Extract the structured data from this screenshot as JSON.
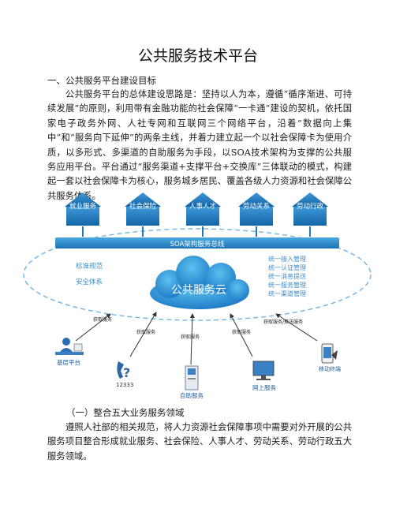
{
  "document": {
    "title": "公共服务技术平台",
    "section1_heading": "一、公共服务平台建设目标",
    "section1_paragraph": "公共服务平台的总体建设思路是：坚持以人为本，遵循“循序渐进、可持续发展”的原则，利用带有金融功能的社会保障“一卡通”建设的契机，依托国家电子政务外网、人社专网和互联网三个网络平台，沿着“数据向上集中”和“服务向下延伸”的两条主线，并着力建立起一个以社会保障卡为使用介质，以多形式、多渠道的自助服务为手段，以SOA技术架构为支撑的公共服务应用平台。平台通过“服务渠道+支撑平台+交换库”三体联动的模式，构建起一套以社会保障卡为核心，服务城乡居民、覆盖各级人力资源和社会保障公共服务体系。",
    "section2_heading": "（一）整合五大业务服务领域",
    "section2_paragraph": "遵照人社部的相关规范，将人力资源社会保障事项中需要对外开展的公共服务项目整合形成就业服务、社会保险、人事人才、劳动关系、劳动行政五大服务领域。"
  },
  "diagram": {
    "colors": {
      "accent": "#2f8fc8",
      "house": "#1f7ac0",
      "dash": "#6fb6e0",
      "label": "#3a8fd0"
    },
    "houses": [
      "就业服务",
      "社会保险",
      "人事人才",
      "劳动关系",
      "劳动行政"
    ],
    "bus_label": "SOA架构服务总线",
    "left_labels": [
      "标准规范",
      "安全体系"
    ],
    "right_labels": [
      "统一接入管理",
      "统一认证管理",
      "统一消息提送",
      "统一服务管理",
      "统一渠道管理"
    ],
    "cloud_label": "公共服务云",
    "channels": [
      {
        "label": "基层平台",
        "icon": "desk-worker-icon",
        "arrow": "获取服务"
      },
      {
        "label": "12333",
        "icon": "phone-icon",
        "arrow": "获取服务"
      },
      {
        "label": "自助服务",
        "icon": "kiosk-icon",
        "arrow": "获取服务"
      },
      {
        "label": "网上服务",
        "icon": "monitor-icon",
        "arrow": "获取服务"
      },
      {
        "label": "移动终端",
        "icon": "mobile-icon",
        "arrow": "获取服务/推送服务"
      }
    ]
  }
}
